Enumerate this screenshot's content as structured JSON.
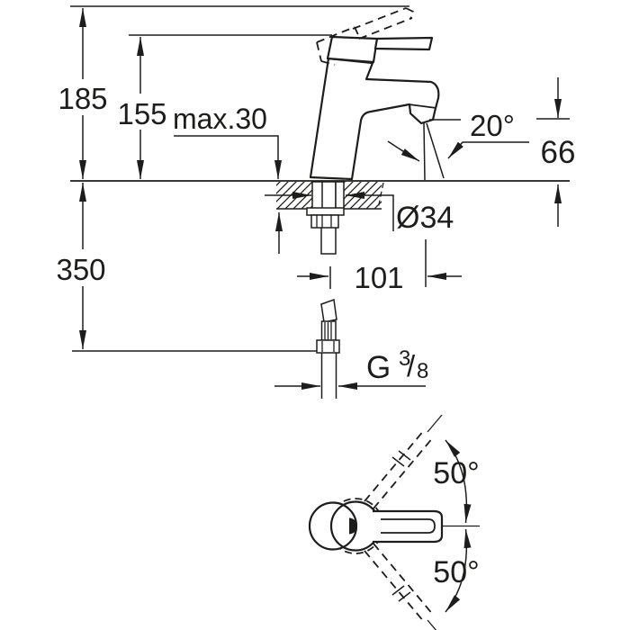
{
  "colors": {
    "line": "#1d1d1b",
    "background": "#ffffff"
  },
  "side_view": {
    "height_total": "185",
    "height_to_spout": "155",
    "deck_thickness_max": "max.30",
    "spray_angle": "20°",
    "spout_height": "66",
    "hole_diameter": "Ø34",
    "projection": "101",
    "hose_length": "350",
    "thread": {
      "letter": "G",
      "numerator": "3",
      "slash": "/",
      "denominator": "8"
    }
  },
  "top_view": {
    "swivel_angle_upper": "50°",
    "swivel_angle_lower": "50°"
  }
}
